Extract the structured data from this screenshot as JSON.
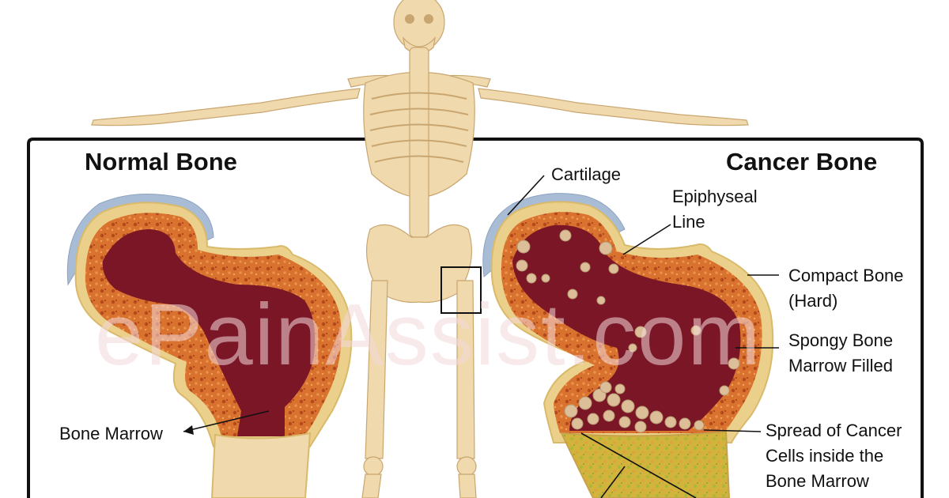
{
  "headings": {
    "normal": "Normal Bone",
    "cancer": "Cancer Bone"
  },
  "labels": {
    "cartilage": "Cartilage",
    "epiphyseal_1": "Epiphyseal",
    "epiphyseal_2": "Line",
    "compact_1": "Compact Bone",
    "compact_2": "(Hard)",
    "spongy_1": "Spongy Bone",
    "spongy_2": "Marrow Filled",
    "spread_1": "Spread of Cancer",
    "spread_2": "Cells inside the",
    "spread_3": "Bone Marrow",
    "bone_marrow": "Bone Marrow"
  },
  "watermark": "ePainAssist.com",
  "colors": {
    "bone": "#efd9ad",
    "cortex": "#ead08a",
    "spongy": "#d9722e",
    "marrow": "#7a1626",
    "cartilage": "#a9bcd6",
    "frame": "#111111"
  }
}
